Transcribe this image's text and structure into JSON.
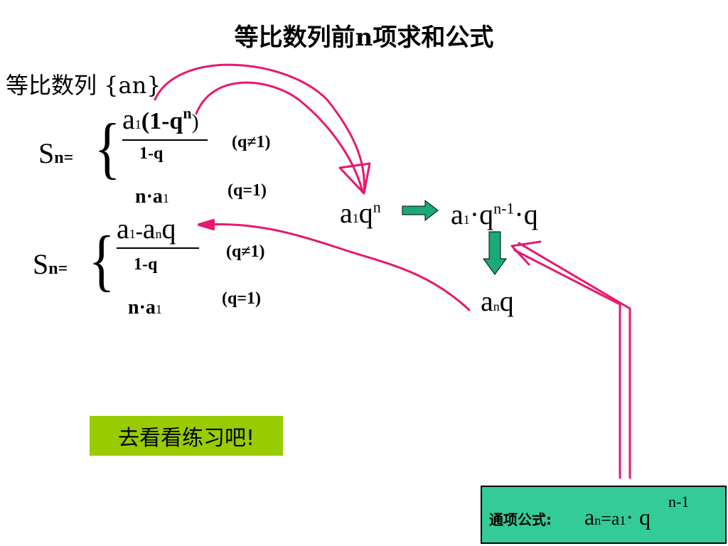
{
  "title": "等比数列前n项求和公式",
  "subtitle": "等比数列 {an}",
  "formula1": {
    "sn": "S",
    "sn_sub": "n=",
    "numerator": "a",
    "numerator_sub": "1",
    "numerator_rest": "(1-q",
    "numerator_exp": "n",
    "numerator_close": ")",
    "denominator": "1-q",
    "cond1": "(q≠1)",
    "case2": "n·a",
    "case2_sub": "1",
    "cond2": "(q=1)"
  },
  "formula2": {
    "sn": "S",
    "sn_sub": "n=",
    "num_a": "a",
    "num_a_sub": "1",
    "num_dash": "-",
    "num_an": "a",
    "num_an_sub": "n",
    "num_q": "q",
    "denominator": "1-q",
    "cond1": "(q≠1)",
    "case2": "n·a",
    "case2_sub": "1",
    "cond2": "(q=1)"
  },
  "derivation": {
    "step1_a": "a",
    "step1_sub": "1",
    "step1_q": "q",
    "step1_exp": "n",
    "step2_a": "a",
    "step2_sub": "1",
    "step2_q": "·q",
    "step2_exp": "n-1",
    "step2_tail": "·q",
    "step3_a": "a",
    "step3_sub": "n",
    "step3_q": "q"
  },
  "practice_button": "去看看练习吧!",
  "general_formula": {
    "label": "通项公式:",
    "expr_a": "a",
    "expr_a_sub": "n",
    "expr_eq": "=a",
    "expr_eq_sub": "1",
    "expr_tail": "· q",
    "exp": "n-1"
  },
  "colors": {
    "arrow_magenta": "#e8176f",
    "arrow_teal": "#1aaa7a",
    "button_green": "#99cc00",
    "box_teal": "#33cc99"
  }
}
